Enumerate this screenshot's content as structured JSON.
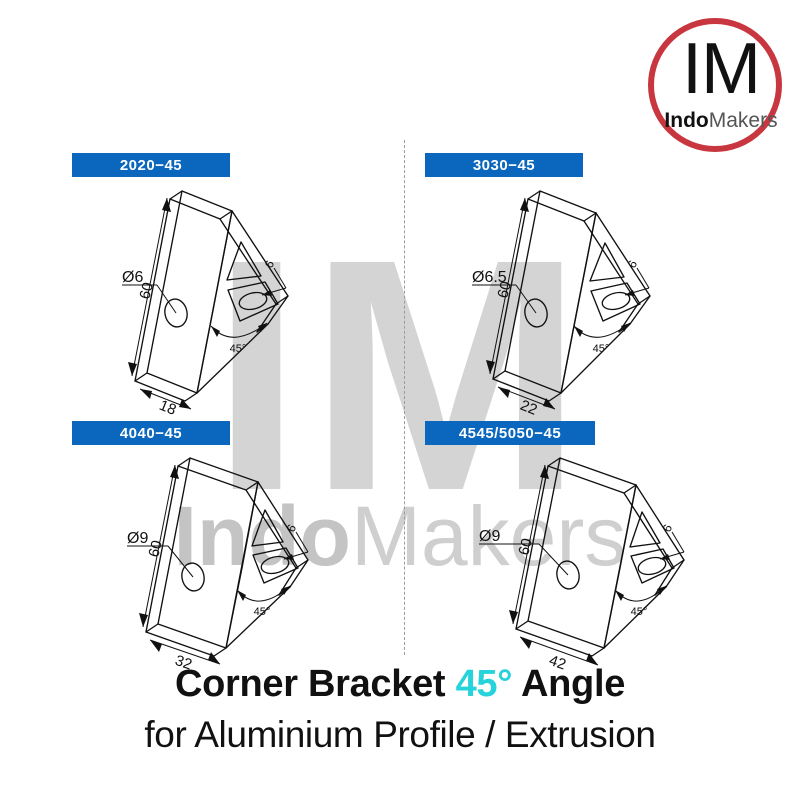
{
  "brand": {
    "logo_initials": "IM",
    "logo_name_bold": "Indo",
    "logo_name_light": "Makers",
    "logo_ring_color": "#c8363f",
    "watermark_initials": "IM",
    "watermark_name_bold": "Indo",
    "watermark_name_light": "Makers"
  },
  "colors": {
    "chip_blue": "#0a67bd",
    "accent_cyan": "#27d3db",
    "line_black": "#111111",
    "watermark_gray": "#d4d4d4",
    "divider_gray": "#9b9b9b"
  },
  "caption": {
    "line1_before": "Corner Bracket ",
    "line1_accent": "45°",
    "line1_after": " Angle",
    "line2": "for Aluminium Profile / Extrusion"
  },
  "variants": [
    {
      "id": "2020-45",
      "label": "2020−45",
      "hole_dia": "Ø6",
      "length": "60",
      "width": "18",
      "thickness": "6",
      "angle": "45°"
    },
    {
      "id": "3030-45",
      "label": "3030−45",
      "hole_dia": "Ø6.5",
      "length": "60",
      "width": "22",
      "thickness": "6",
      "angle": "45°"
    },
    {
      "id": "4040-45",
      "label": "4040−45",
      "hole_dia": "Ø9",
      "length": "60",
      "width": "32",
      "thickness": "6",
      "angle": "45°"
    },
    {
      "id": "4545-5050-45",
      "label": "4545/5050−45",
      "hole_dia": "Ø9",
      "length": "60",
      "width": "42",
      "thickness": "6",
      "angle": "45°"
    }
  ]
}
